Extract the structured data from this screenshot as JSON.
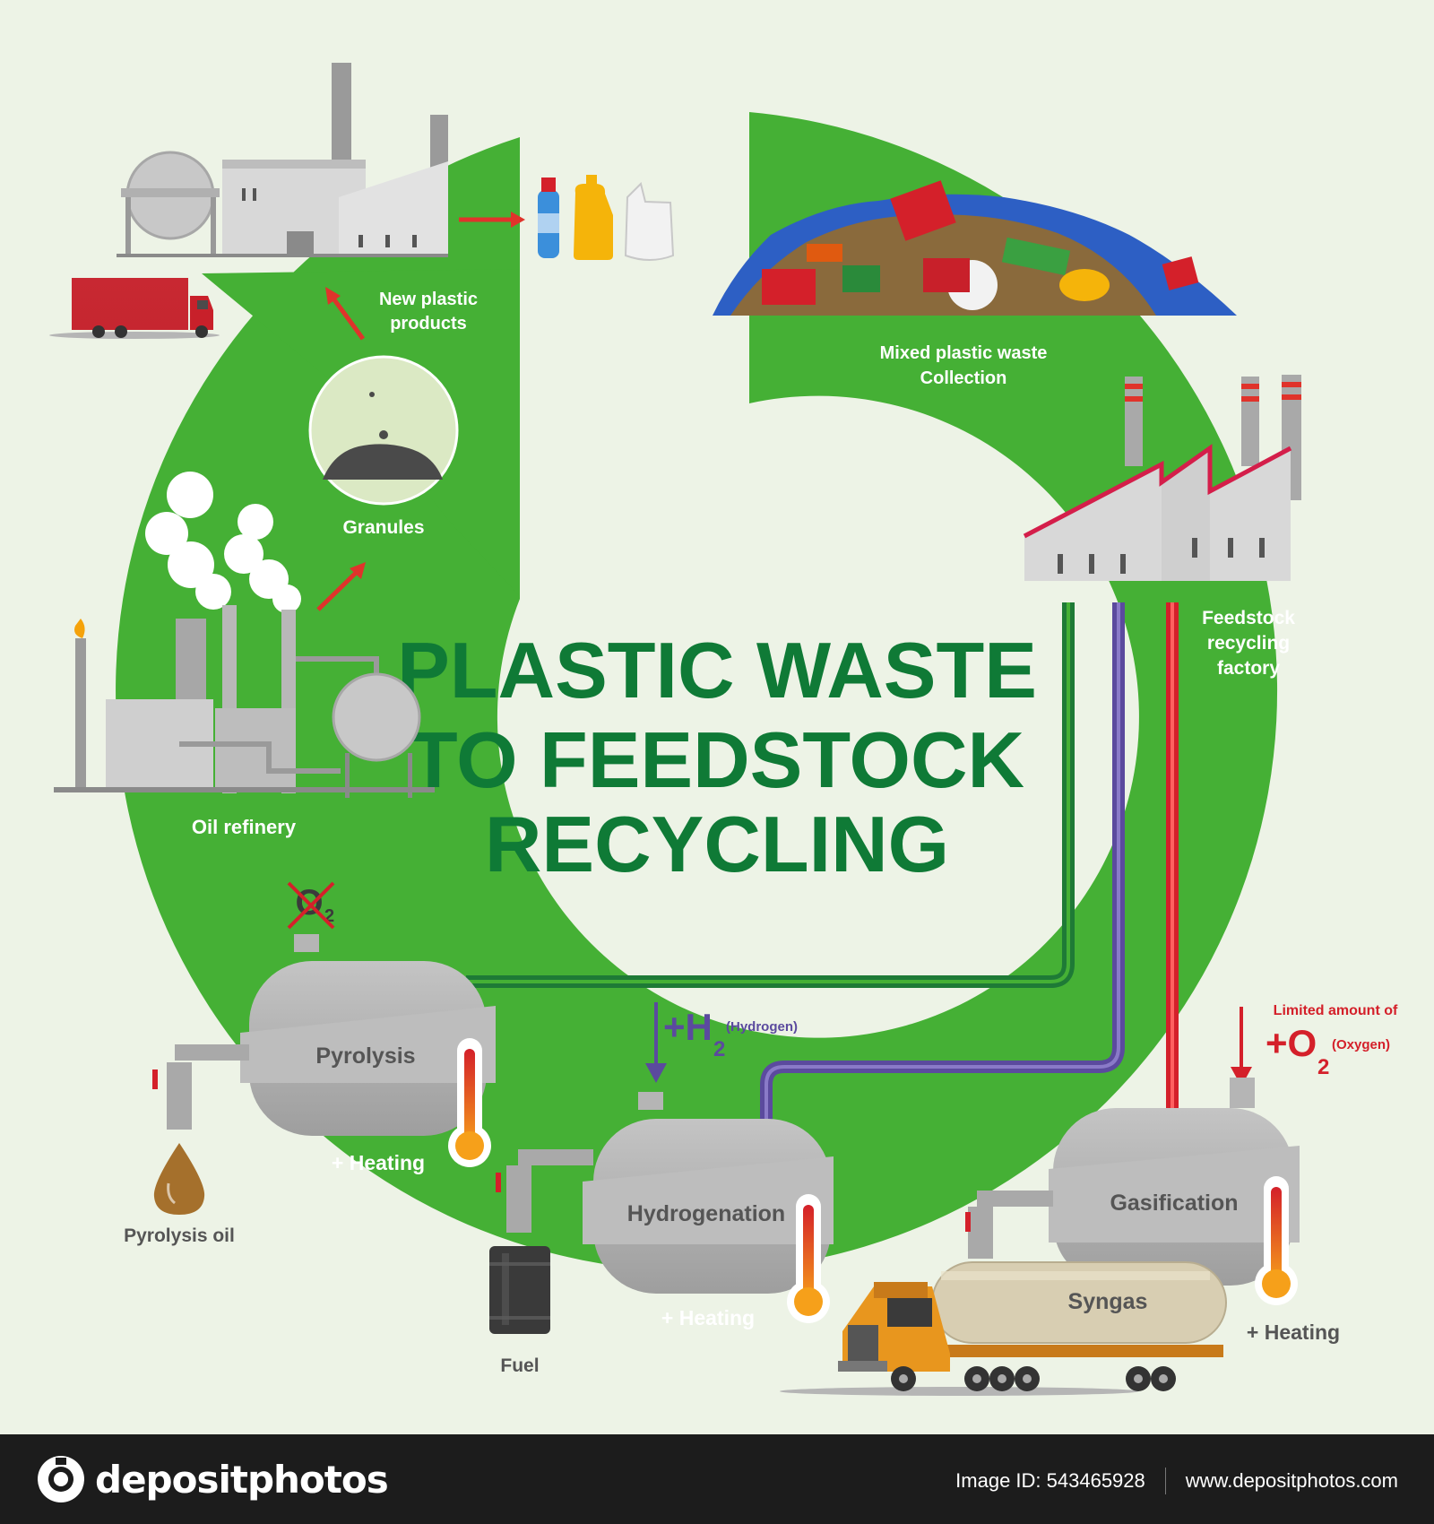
{
  "title": {
    "line1": "PLASTIC WASTE",
    "line2": "TO FEEDSTOCK",
    "line3": "RECYCLING"
  },
  "labels": {
    "new_plastic_1": "New plastic",
    "new_plastic_2": "products",
    "mixed_1": "Mixed plastic waste",
    "mixed_2": "Collection",
    "granules": "Granules",
    "feedstock_1": "Feedstock",
    "feedstock_2": "recycling",
    "feedstock_3": "factory",
    "oil_refinery": "Oil refinery",
    "pyrolysis": "Pyrolysis",
    "hydrogenation": "Hydrogenation",
    "gasification": "Gasification",
    "heating_pyrolysis": "+ Heating",
    "heating_hydrogenation": "+ Heating",
    "heating_gasification": "+ Heating",
    "pyrolysis_oil": "Pyrolysis oil",
    "fuel": "Fuel",
    "syngas": "Syngas",
    "no_oxygen_o": "O",
    "no_oxygen_sub": "2",
    "hydrogen_plus": "+H",
    "hydrogen_sub": "2",
    "hydrogen_note": "(Hydrogen)",
    "limited_oxygen": "Limited amount of",
    "oxygen_plus": "+O",
    "oxygen_sub": "2",
    "oxygen_note": "(Oxygen)"
  },
  "footer": {
    "brand": "depositphotos",
    "image_id": "Image ID: 543465928",
    "url": "www.depositphotos.com"
  },
  "colors": {
    "background": "#edf3e6",
    "ring_green": "#45b035",
    "title_green": "#0f7a36",
    "label_red": "#d4202a",
    "pipe_green": "#1e7a36",
    "pipe_purple": "#5b4a9e",
    "pipe_red": "#d4202a"
  }
}
